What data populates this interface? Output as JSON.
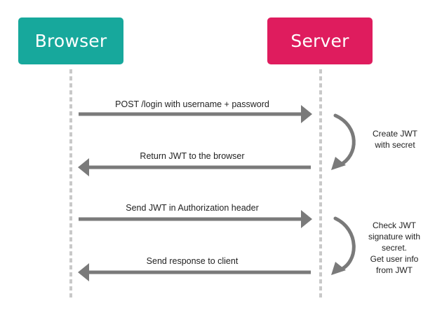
{
  "diagram": {
    "participants": {
      "browser": {
        "label": "Browser",
        "color": "#17a89c"
      },
      "server": {
        "label": "Server",
        "color": "#df1c5e"
      }
    },
    "messages": [
      {
        "label": "POST /login with username + password",
        "from": "browser",
        "to": "server"
      },
      {
        "label": "Return JWT to the browser",
        "from": "server",
        "to": "browser"
      },
      {
        "label": "Send JWT in Authorization header",
        "from": "browser",
        "to": "server"
      },
      {
        "label": "Send response to client",
        "from": "server",
        "to": "browser"
      }
    ],
    "notes": [
      {
        "lines": [
          "Create JWT",
          "with secret"
        ]
      },
      {
        "lines": [
          "Check JWT",
          "signature with",
          "secret.",
          "Get user info",
          "from JWT"
        ]
      }
    ],
    "arrow_color": "#7a7a7a",
    "lifeline_color": "#c9c9c9"
  }
}
